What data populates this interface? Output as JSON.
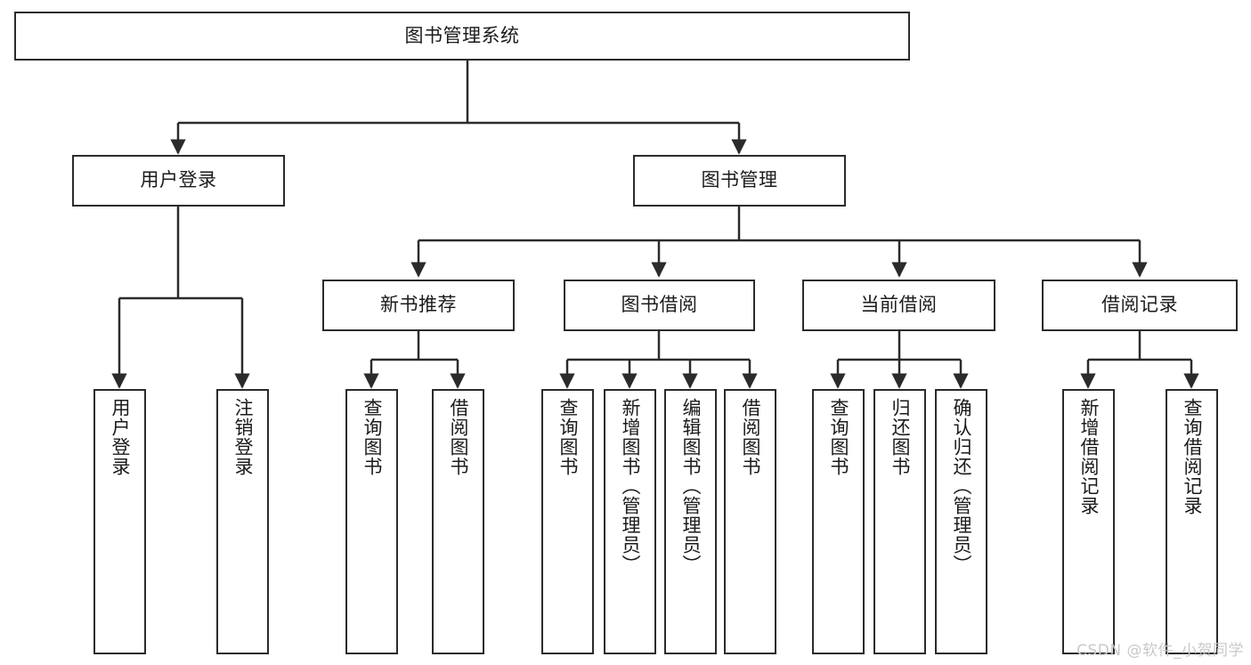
{
  "diagram": {
    "title": "图书管理系统",
    "type": "tree",
    "colors": {
      "box_border": "#2b2b2b",
      "box_fill": "#ffffff",
      "connector": "#2b2b2b",
      "text": "#1b1b1b",
      "watermark": "#c9c9c9",
      "background": "#ffffff"
    },
    "root": {
      "label": "图书管理系统"
    },
    "level2": [
      {
        "label": "用户登录"
      },
      {
        "label": "图书管理"
      }
    ],
    "level3": [
      {
        "label": "新书推荐"
      },
      {
        "label": "图书借阅"
      },
      {
        "label": "当前借阅"
      },
      {
        "label": "借阅记录"
      }
    ],
    "leaves": {
      "user_login": [
        {
          "label": "用户登录"
        },
        {
          "label": "注销登录"
        }
      ],
      "new_book_recommend": [
        {
          "label": "查询图书"
        },
        {
          "label": "借阅图书"
        }
      ],
      "book_borrow": [
        {
          "label": "查询图书"
        },
        {
          "label": "新增图书（管理员）"
        },
        {
          "label": "编辑图书（管理员）"
        },
        {
          "label": "借阅图书"
        }
      ],
      "current_borrow": [
        {
          "label": "查询图书"
        },
        {
          "label": "归还图书"
        },
        {
          "label": "确认归还（管理员）"
        }
      ],
      "borrow_record": [
        {
          "label": "新增借阅记录"
        },
        {
          "label": "查询借阅记录"
        }
      ]
    },
    "watermark": "CSDN @软件_小贺同学"
  }
}
